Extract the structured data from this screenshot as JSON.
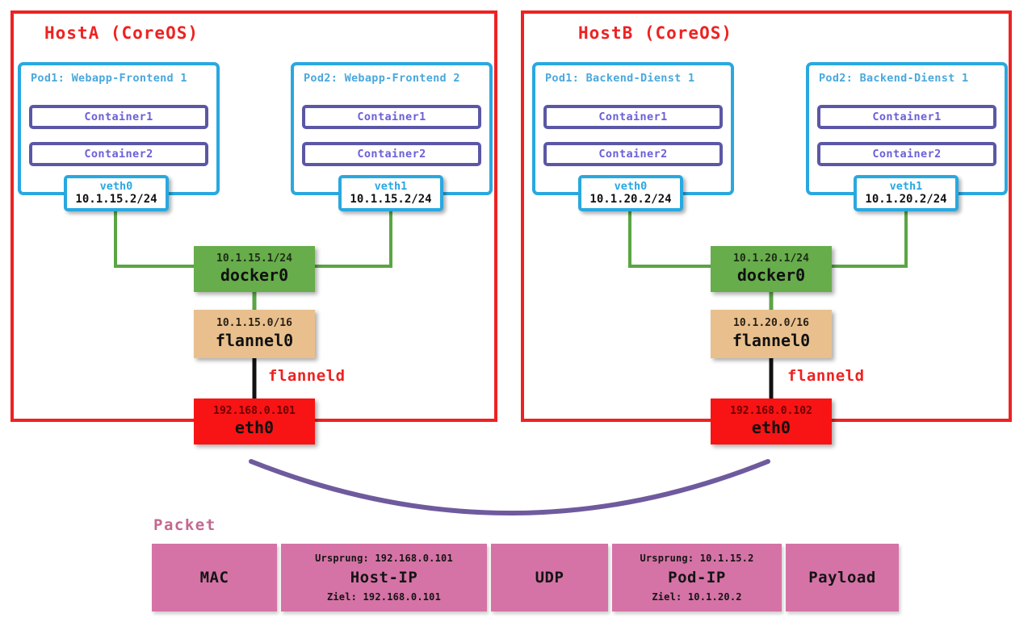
{
  "diagram": {
    "title": "Kubernetes flannel overlay network between two CoreOS hosts",
    "colors": {
      "host_border": "#ee2222",
      "pod_border": "#29a8e0",
      "container_border": "#5b57a6",
      "container_text": "#6b5fd8",
      "docker0": "#67ad4b",
      "flannel0": "#e9c08d",
      "eth0": "#f81414",
      "link_green": "#5aa544",
      "link_black": "#111111",
      "tunnel_purple": "#6f5a9e",
      "packet": "#d573a6",
      "packet_title": "#c4678f"
    }
  },
  "hosts": [
    {
      "id": "hostA",
      "title": "HostA (CoreOS)",
      "pods": [
        {
          "label": "Pod1: Webapp-Frontend 1",
          "containers": [
            "Container1",
            "Container2"
          ],
          "veth": {
            "name": "veth0",
            "ip": "10.1.15.2/24"
          }
        },
        {
          "label": "Pod2: Webapp-Frontend 2",
          "containers": [
            "Container1",
            "Container2"
          ],
          "veth": {
            "name": "veth1",
            "ip": "10.1.15.2/24"
          }
        }
      ],
      "docker0": {
        "name": "docker0",
        "ip": "10.1.15.1/24"
      },
      "flannel0": {
        "name": "flannel0",
        "ip": "10.1.15.0/16"
      },
      "flanneld_label": "flanneld",
      "eth0": {
        "name": "eth0",
        "ip": "192.168.0.101"
      }
    },
    {
      "id": "hostB",
      "title": "HostB (CoreOS)",
      "pods": [
        {
          "label": "Pod1: Backend-Dienst 1",
          "containers": [
            "Container1",
            "Container2"
          ],
          "veth": {
            "name": "veth0",
            "ip": "10.1.20.2/24"
          }
        },
        {
          "label": "Pod2: Backend-Dienst 1",
          "containers": [
            "Container1",
            "Container2"
          ],
          "veth": {
            "name": "veth1",
            "ip": "10.1.20.2/24"
          }
        }
      ],
      "docker0": {
        "name": "docker0",
        "ip": "10.1.20.1/24"
      },
      "flannel0": {
        "name": "flannel0",
        "ip": "10.1.20.0/16"
      },
      "flanneld_label": "flanneld",
      "eth0": {
        "name": "eth0",
        "ip": "192.168.0.102"
      }
    }
  ],
  "packet": {
    "title": "Packet",
    "fields": [
      {
        "name": "MAC",
        "src": "",
        "dst": ""
      },
      {
        "name": "Host-IP",
        "src": "Ursprung: 192.168.0.101",
        "dst": "Ziel: 192.168.0.101"
      },
      {
        "name": "UDP",
        "src": "",
        "dst": ""
      },
      {
        "name": "Pod-IP",
        "src": "Ursprung: 10.1.15.2",
        "dst": "Ziel: 10.1.20.2"
      },
      {
        "name": "Payload",
        "src": "",
        "dst": ""
      }
    ]
  }
}
